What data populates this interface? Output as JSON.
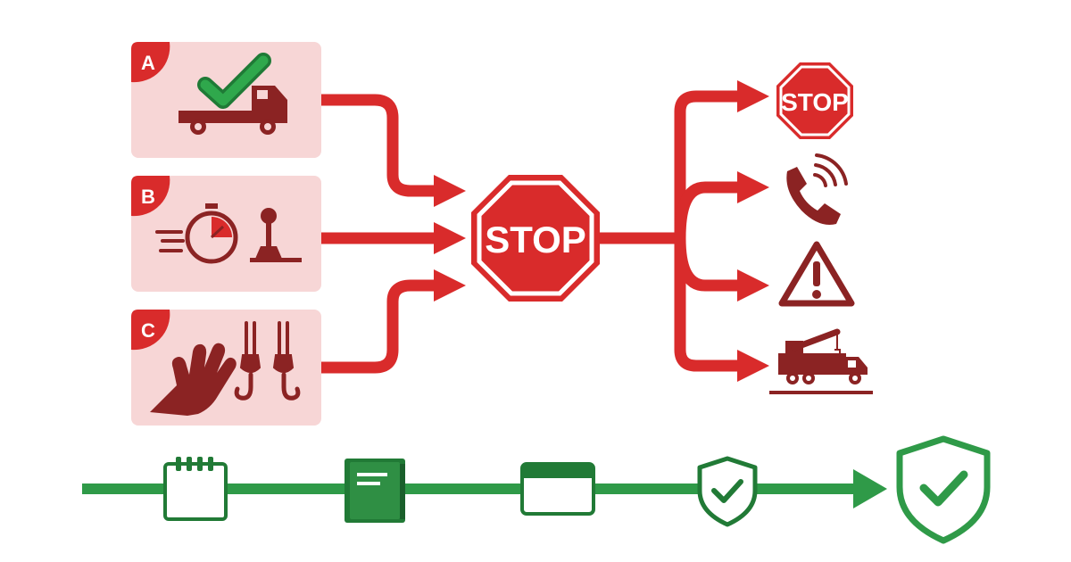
{
  "colors": {
    "red": "#d92b2b",
    "dark_red": "#8b2323",
    "card_fill": "#f7d6d6",
    "green": "#2f9a48",
    "dark_green": "#217a36"
  },
  "cards": [
    {
      "badge": "A",
      "icons": [
        "check-icon",
        "flatbed-truck-icon"
      ]
    },
    {
      "badge": "B",
      "icons": [
        "stopwatch-icon",
        "joystick-icon"
      ]
    },
    {
      "badge": "C",
      "icons": [
        "hand-icon",
        "crane-hooks-icon"
      ]
    }
  ],
  "center_sign": {
    "text": "STOP"
  },
  "outcomes": [
    {
      "icon": "stop-sign-icon",
      "text": "STOP"
    },
    {
      "icon": "phone-icon"
    },
    {
      "icon": "warning-icon"
    },
    {
      "icon": "crane-truck-icon"
    }
  ],
  "timeline": {
    "icons": [
      "calendar-icon",
      "book-icon",
      "window-icon",
      "shield-check-icon",
      "large-shield-check-icon"
    ]
  }
}
